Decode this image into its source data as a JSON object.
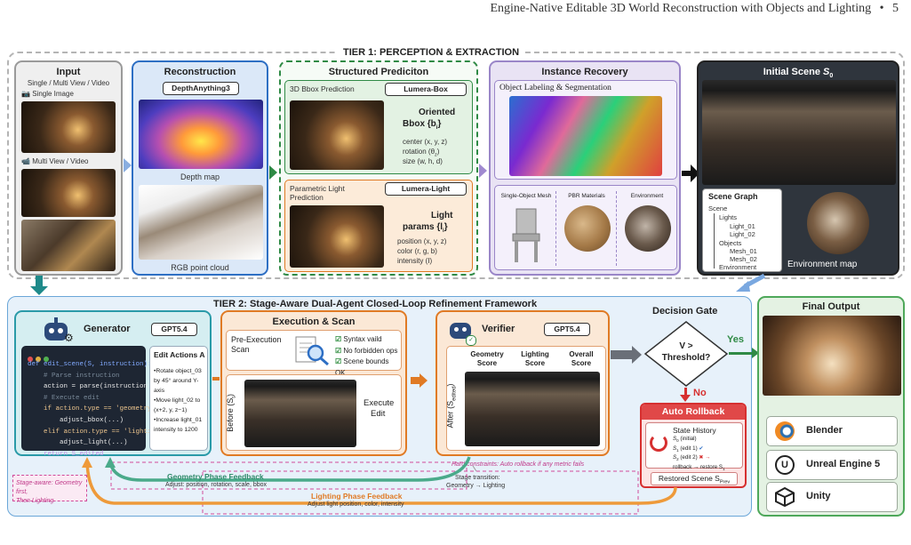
{
  "running_header": {
    "title": "Engine-Native Editable 3D World Reconstruction with Objects and Lighting",
    "sep": "•",
    "page": "5"
  },
  "tier1": {
    "title": "TIER 1: PERCEPTION & EXTRACTION",
    "input": {
      "title": "Input",
      "subtitle": "Single / Multi View / Video",
      "single_label": "Single Image",
      "multi_label": "Multi View / Video"
    },
    "reconstruction": {
      "title": "Reconstruction",
      "model": "DepthAnything3",
      "depth_caption": "Depth map",
      "cloud_caption": "RGB point cloud"
    },
    "structured": {
      "title": "Structured Prediciton",
      "bbox": {
        "label": "3D Bbox Prediction",
        "model": "Lumera-Box",
        "head1": "Oriented",
        "head2": "Bbox {b",
        "head2_sub": "i",
        "head2_end": "}",
        "p1": "center (x, y, z)",
        "p2": "rotation (θ",
        "p2_sub": "z",
        "p2_end": ")",
        "p3": "size (w, h, d)"
      },
      "light": {
        "label1": "Parametric Light",
        "label2": "Prediction",
        "model": "Lumera-Light",
        "head1": "Light",
        "head2": "params {l",
        "head2_sub": "i",
        "head2_end": "}",
        "p1": "position (x, y, z)",
        "p2": "color (r, g, b)",
        "p3": "intensity (I)"
      }
    },
    "instance": {
      "title": "Instance Recovery",
      "sub": "Object Labeling & Segmentation",
      "mesh": "Single-Object Mesh",
      "pbr": "PBR Materials",
      "env": "Environment"
    },
    "initial": {
      "title_main": "Initial Scene ",
      "title_var": "S",
      "title_sub": "0",
      "graph_title": "Scene Graph",
      "tree": [
        "Scene",
        "Lights",
        "Light_01",
        "Light_02",
        "Objects",
        "Mesh_01",
        "Mesh_02",
        "Environment"
      ],
      "env_caption": "Environment map"
    }
  },
  "tier2": {
    "title": "TIER 2: Stage-Aware Dual-Agent Closed-Loop Refinement Framework",
    "generator": {
      "title": "Generator",
      "model": "GPT5.4",
      "code": [
        {
          "t": "def edit_scene(S, instruction):"
        },
        {
          "t": "    # Parse instruction"
        },
        {
          "t": "    action = parse(instruction)"
        },
        {
          "t": "    # Execute edit"
        },
        {
          "t": "    if action.type == 'geometry':"
        },
        {
          "t": "        adjust_bbox(...)"
        },
        {
          "t": "    elif action.type == 'lighting':"
        },
        {
          "t": "        adjust_light(...)"
        },
        {
          "t": "    return S_edited"
        }
      ],
      "actions_title": "Edit Actions A",
      "actions": [
        "•Rotate object_03",
        "by 45° around Y-",
        "axis",
        "•Move light_02 to",
        "(x+2, y, z−1)",
        "•Increase light_01",
        "intensity to 1200"
      ]
    },
    "execution": {
      "title": "Execution & Scan",
      "pre1": "Pre-Execution",
      "pre2": "Scan",
      "checks": [
        "Syntax vaild",
        "No forbidden ops",
        "Scene bounds OK"
      ],
      "before": "Before (S",
      "before_sub": "t",
      "before_end": ")",
      "exec1": "Execute",
      "exec2": "Edit"
    },
    "verifier": {
      "title": "Verifier",
      "model": "GPT5.4",
      "scores": [
        [
          "Geometry",
          "Score"
        ],
        [
          "Lighting",
          "Score"
        ],
        [
          "Overall",
          "Score"
        ]
      ],
      "after": "After (S",
      "after_sub": "edited",
      "after_end": ")"
    },
    "decision": {
      "title": "Decision Gate",
      "cond1": "V >",
      "cond2": "Threshold?",
      "yes": "Yes",
      "no": "No"
    },
    "rollback": {
      "title": "Auto Rollback",
      "history_title": "State History",
      "rows": [
        {
          "v": "S",
          "s": "0",
          "t": " (initial)",
          "m": ""
        },
        {
          "v": "S",
          "s": "1",
          "t": " (edit 1) ",
          "m": "✔"
        },
        {
          "v": "S",
          "s": "2",
          "t": " (edit 2) ",
          "m": "✖ →"
        }
      ],
      "restore_line": "rollback → restore S",
      "restore_sub": "1",
      "restored": "Restored Scene S",
      "restored_sub": "Prev"
    },
    "hard_constraints": "Hard constraints: Auto rollback if any metric fails",
    "stage_transition1": "Stage transition:",
    "stage_transition2": "Geometry → Lighting",
    "geometry_fb": {
      "title": "Geometry Phase Feedback",
      "sub": "Adjust: position, rotation, scale, bbox"
    },
    "lighting_fb": {
      "title": "Lighting Phase Feedback",
      "sub": "Adjust light position, color, intensity"
    },
    "stage_aware1": "Stage-aware: Geometry first,",
    "stage_aware2": "Then Lighting"
  },
  "final": {
    "title": "Final Output",
    "engines": [
      "Blender",
      "Unreal Engine 5",
      "Unity"
    ]
  },
  "colors": {
    "gray": "#8a8a8a",
    "blue": "#2e6fc4",
    "green": "#2f8a45",
    "purple": "#9a86c8",
    "dark": "#2e333a",
    "teal": "#2a9aa8",
    "orange": "#e07a24",
    "red": "#d63030",
    "final": "#4ea85a"
  }
}
